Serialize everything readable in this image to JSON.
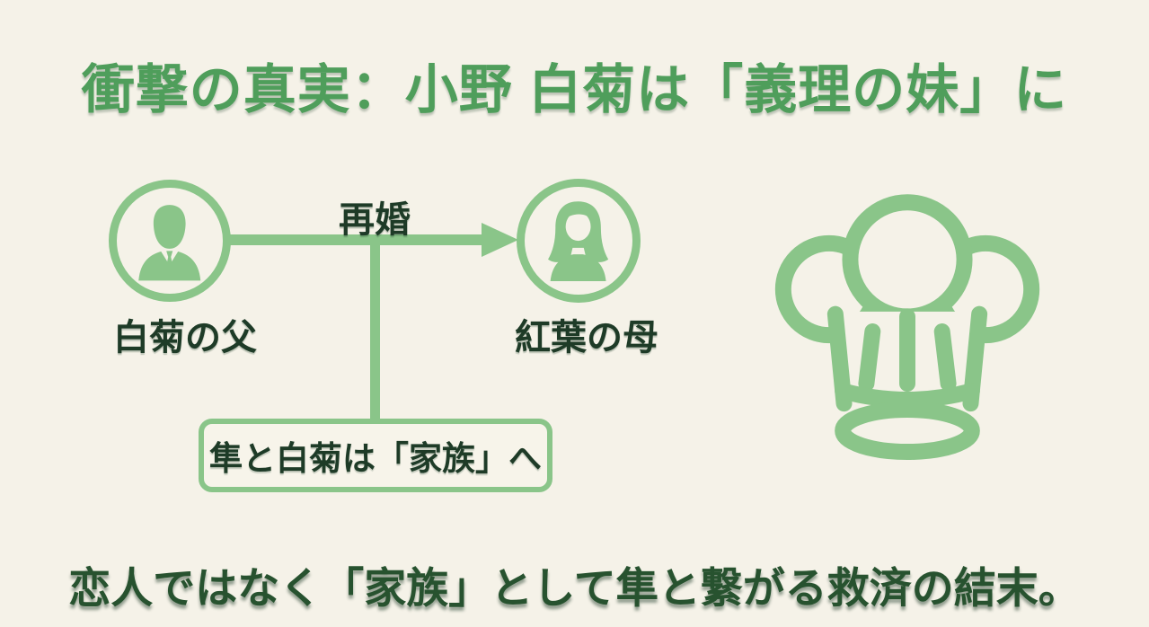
{
  "page": {
    "background_color": "#f5f2e8",
    "accent_green": "#8ac589",
    "title_green": "#4f9e5b",
    "dark_text_green": "#1e3b27",
    "footer_text_green": "#27522f"
  },
  "title": {
    "text": "衝撃の真実：小野 白菊は「義理の妹」に"
  },
  "diagram": {
    "left_node": {
      "label": "白菊の父",
      "avatar": "man-avatar-icon"
    },
    "right_node": {
      "label": "紅葉の母",
      "avatar": "woman-avatar-icon"
    },
    "arrow_label": "再婚",
    "child_box": {
      "text": "隼と白菊は「家族」へ"
    }
  },
  "illustration": {
    "icon": "chef-hat-icon"
  },
  "footer": {
    "text": "恋人ではなく「家族」として隼と繋がる救済の結末。"
  }
}
